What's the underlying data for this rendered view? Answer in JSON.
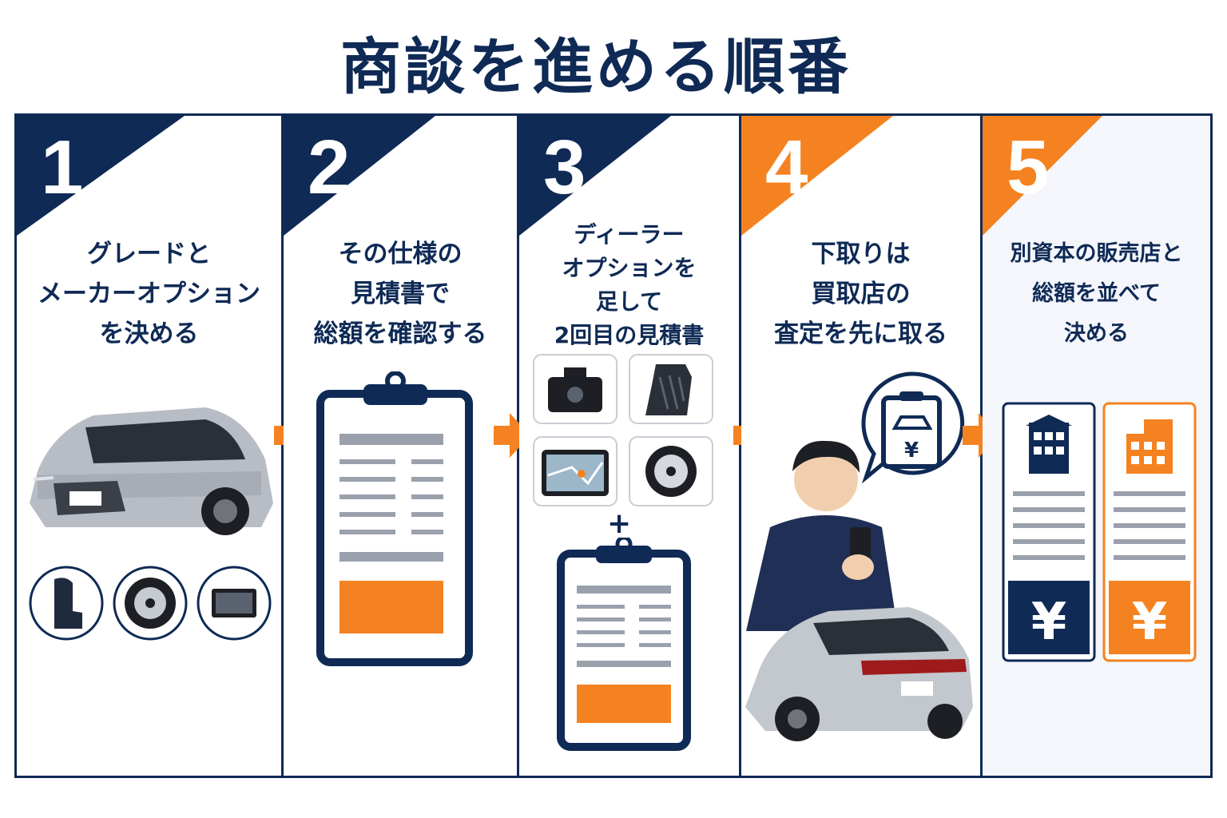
{
  "title": "商談を進める順番",
  "colors": {
    "navy": "#0f2a55",
    "orange": "#f58220",
    "gray": "#9aa1ad"
  },
  "steps": [
    {
      "number": "1",
      "lines": [
        "グレードと",
        "メーカーオプション",
        "を決める"
      ],
      "badge_color": "navy",
      "icons": [
        "car-front-icon",
        "seat-icon",
        "wheel-icon",
        "monitor-icon"
      ]
    },
    {
      "number": "2",
      "lines": [
        "その仕様の",
        "見積書で",
        "総額を確認する"
      ],
      "badge_color": "navy",
      "icons": [
        "clipboard-estimate-icon"
      ]
    },
    {
      "number": "3",
      "lines": [
        "ディーラー",
        "オプションを",
        "足して",
        "2回目の見積書"
      ],
      "badge_color": "navy",
      "icons": [
        "dashcam-icon",
        "floor-mat-icon",
        "navigation-icon",
        "wheel-icon",
        "plus-icon",
        "clipboard-estimate-icon"
      ]
    },
    {
      "number": "4",
      "lines": [
        "下取りは",
        "買取店の",
        "査定を先に取る"
      ],
      "badge_color": "orange",
      "icons": [
        "appraisal-bubble-icon",
        "person-phone-icon",
        "suv-icon"
      ]
    },
    {
      "number": "5",
      "lines": [
        "別資本の販売店と",
        "総額を並べて",
        "決める"
      ],
      "badge_color": "orange",
      "icons": [
        "dealer-a-building-icon",
        "dealer-b-building-icon",
        "yen-icon"
      ]
    }
  ],
  "yen_symbol": "¥",
  "plus_symbol": "+"
}
